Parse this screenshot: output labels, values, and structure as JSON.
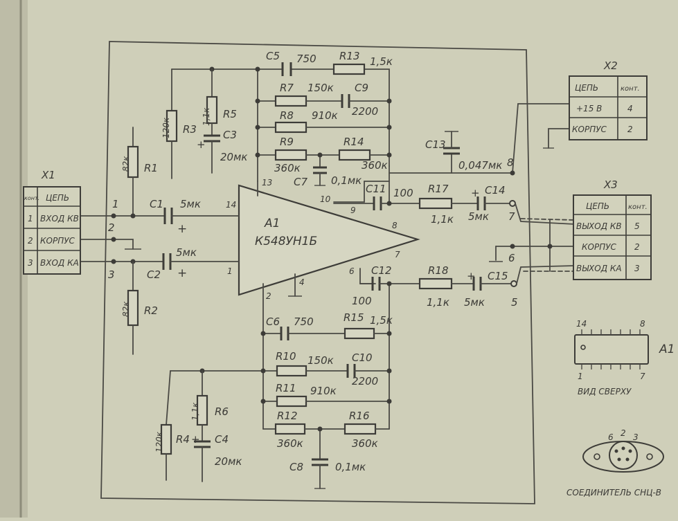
{
  "amplifier": {
    "ref": "A1",
    "part": "К548УН1Б"
  },
  "pins": {
    "p14": "14",
    "p13": "13",
    "p10": "10",
    "p9": "9",
    "p8": "8",
    "p7": "7",
    "p6": "6",
    "p4": "4",
    "p2": "2",
    "p1": "1"
  },
  "x1": {
    "title": "X1",
    "headers": [
      "конт.",
      "ЦЕПЬ"
    ],
    "rows": [
      {
        "num": "1",
        "name": "ВХОД КВ"
      },
      {
        "num": "2",
        "name": "КОРПУС"
      },
      {
        "num": "3",
        "name": "ВХОД КА"
      }
    ],
    "wire_labels": [
      "1",
      "2",
      "3"
    ]
  },
  "x2": {
    "title": "X2",
    "headers": [
      "ЦЕПЬ",
      "конт."
    ],
    "rows": [
      {
        "name": "+15 В",
        "num": "4"
      },
      {
        "name": "КОРПУС",
        "num": "2"
      }
    ]
  },
  "x3": {
    "title": "X3",
    "headers": [
      "ЦЕПЬ",
      "конт."
    ],
    "rows": [
      {
        "name": "ВЫХОД КВ",
        "num": "5"
      },
      {
        "name": "КОРПУС",
        "num": "2"
      },
      {
        "name": "ВЫХОД КА",
        "num": "3"
      }
    ]
  },
  "components": {
    "c5": {
      "ref": "C5",
      "value": "750"
    },
    "r13_top": {
      "ref": "R13",
      "value": "1,5к"
    },
    "r7": {
      "ref": "R7",
      "value": "150к"
    },
    "c9": {
      "ref": "C9",
      "value": "2200"
    },
    "r8": {
      "ref": "R8",
      "value": "910к"
    },
    "r9": {
      "ref": "R9",
      "value": "360к"
    },
    "r14": {
      "ref": "R14",
      "value": "360к"
    },
    "c7": {
      "ref": "C7",
      "value": "0,1мк"
    },
    "r3": {
      "ref": "R3",
      "value": "120к"
    },
    "r5": {
      "ref": "R5",
      "value": "1,1к"
    },
    "c3": {
      "ref": "C3",
      "value": "20мк"
    },
    "r1": {
      "ref": "R1",
      "value": "82к"
    },
    "r2": {
      "ref": "R2",
      "value": "82к"
    },
    "c1": {
      "ref": "C1",
      "value": "5мк"
    },
    "c2": {
      "ref": "C2",
      "value": "5мк"
    },
    "c13": {
      "ref": "C13",
      "value": "0,047мк"
    },
    "c11": {
      "ref": "C11",
      "value": "100"
    },
    "r17": {
      "ref": "R17",
      "value": "1,1к"
    },
    "c14": {
      "ref": "C14",
      "value": "5мк"
    },
    "c12": {
      "ref": "C12",
      "value": "100"
    },
    "r18": {
      "ref": "R18",
      "value": "1,1к"
    },
    "c15": {
      "ref": "C15",
      "value": "5мк"
    },
    "c6": {
      "ref": "C6",
      "value": "750"
    },
    "r15": {
      "ref": "R15",
      "value": "1,5к"
    },
    "r10": {
      "ref": "R10",
      "value": "150к"
    },
    "c10": {
      "ref": "C10",
      "value": "2200"
    },
    "r11": {
      "ref": "R11",
      "value": "910к"
    },
    "r12": {
      "ref": "R12",
      "value": "360к"
    },
    "r16": {
      "ref": "R16",
      "value": "360к"
    },
    "c8": {
      "ref": "C8",
      "value": "0,1мк"
    },
    "r4": {
      "ref": "R4",
      "value": "120к"
    },
    "r6": {
      "ref": "R6",
      "value": "1,1к"
    },
    "c4": {
      "ref": "C4",
      "value": "20мк"
    }
  },
  "nodes": {
    "n8": "8",
    "n7": "7",
    "n6": "6",
    "n5": "5"
  },
  "plus": "+",
  "ic_package": {
    "pin_left_top": "14",
    "pin_right_top": "8",
    "pin_left_bottom": "1",
    "pin_right_bottom": "7",
    "ref": "A1",
    "caption": "ВИД СВЕРХУ"
  },
  "connector": {
    "caption": "СОЕДИНИТЕЛЬ СНЦ-В",
    "pin_labels": [
      "6",
      "2",
      "3"
    ]
  }
}
